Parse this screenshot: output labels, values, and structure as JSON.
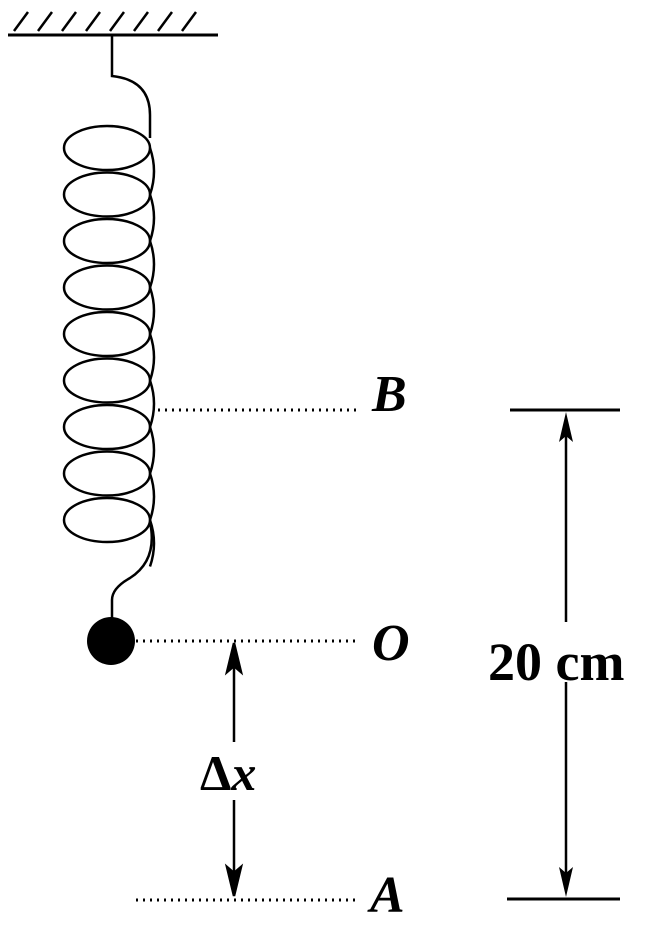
{
  "labels": {
    "point_b": "B",
    "point_o": "O",
    "point_a": "A",
    "displacement_delta": "Δ",
    "displacement_var": "x",
    "distance": "20 cm"
  },
  "colors": {
    "ink": "#000000",
    "background": "#ffffff"
  }
}
